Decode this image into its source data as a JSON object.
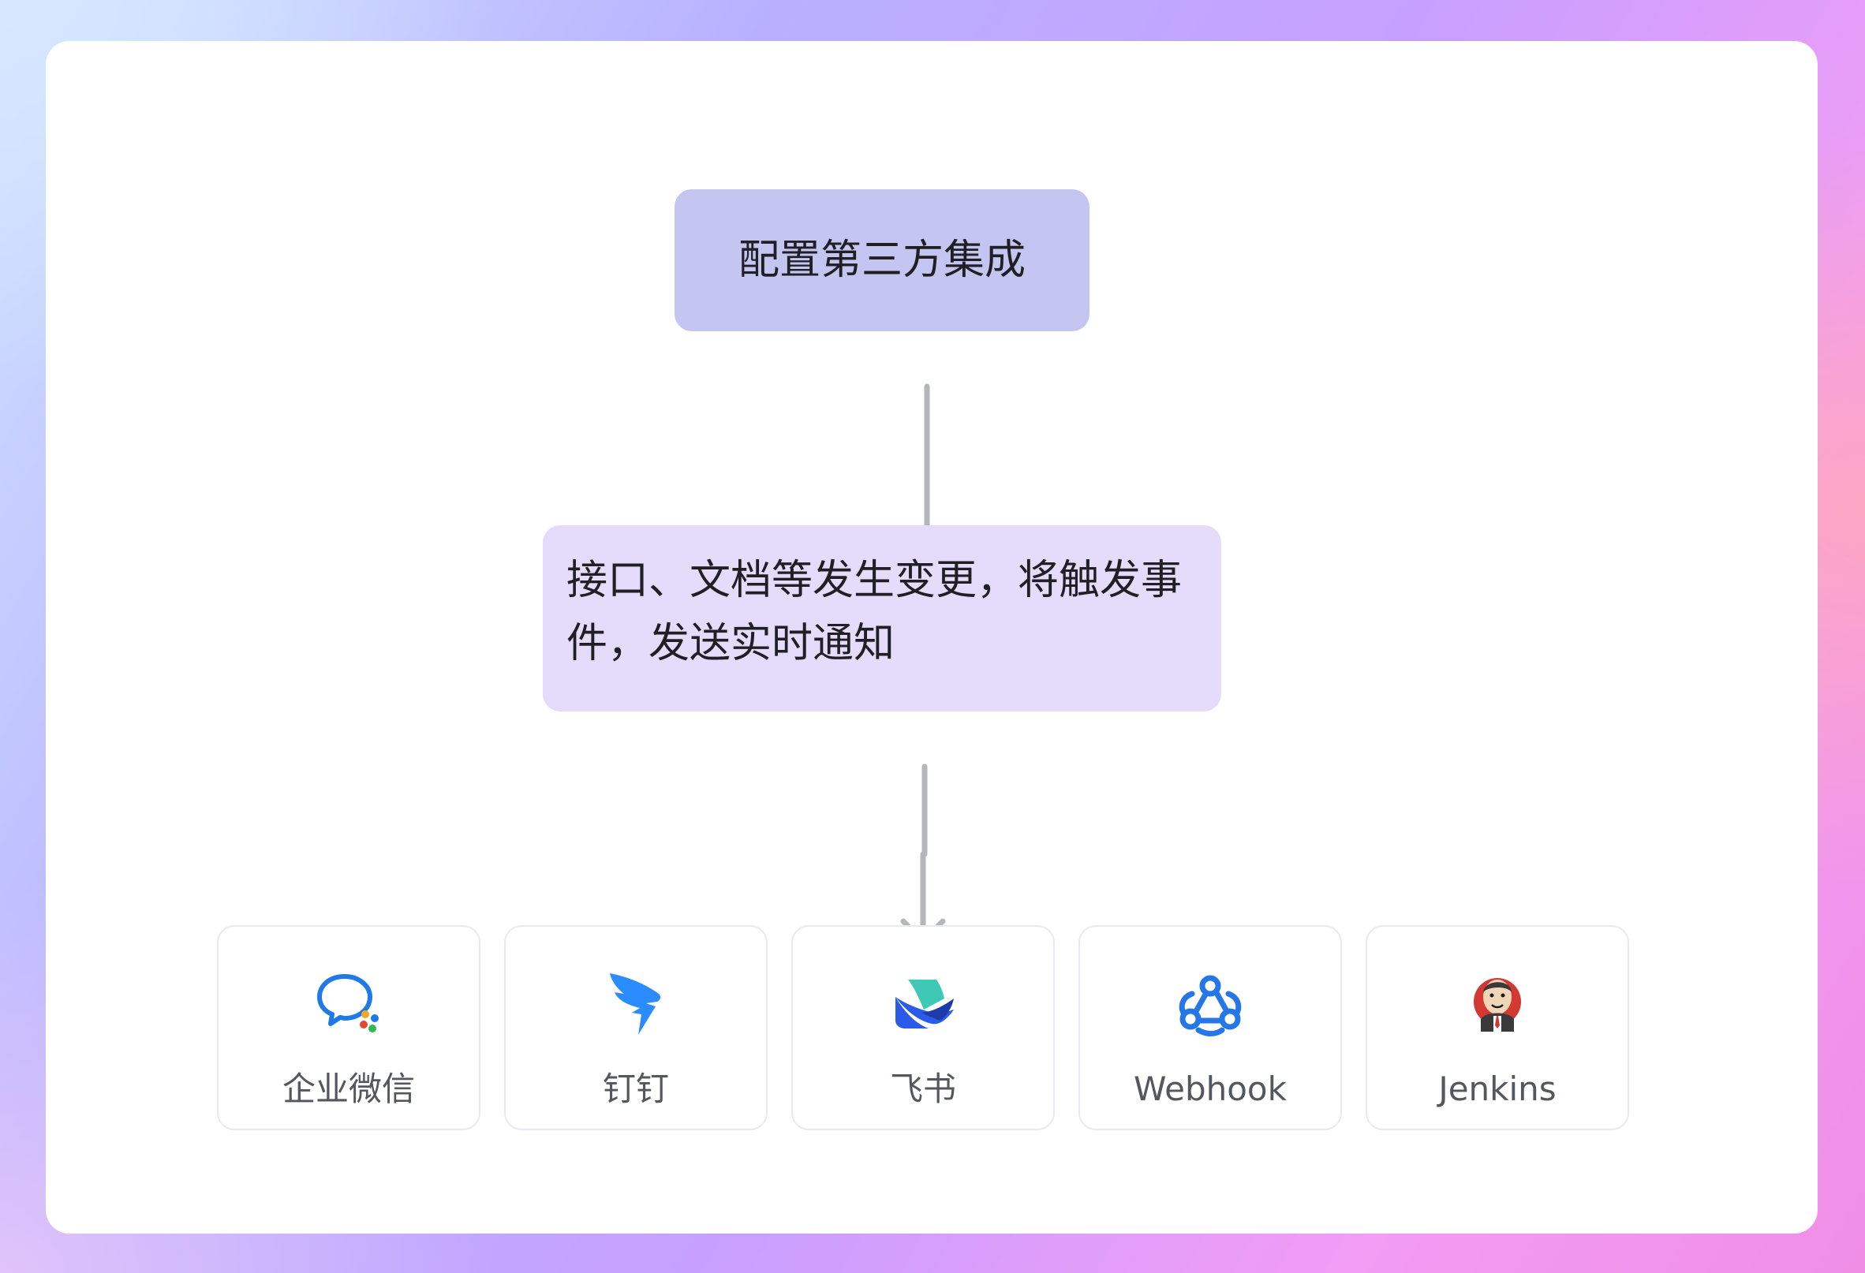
{
  "flow": {
    "step1": "配置第三方集成",
    "step2": "接口、文档等发生变更，将触发事件，发送实时通知"
  },
  "integrations": [
    {
      "label": "企业微信",
      "icon": "wecom-icon"
    },
    {
      "label": "钉钉",
      "icon": "dingtalk-icon"
    },
    {
      "label": "飞书",
      "icon": "feishu-icon"
    },
    {
      "label": "Webhook",
      "icon": "webhook-icon"
    },
    {
      "label": "Jenkins",
      "icon": "jenkins-icon"
    }
  ],
  "colors": {
    "step1_bg": "#c4c6f1",
    "step2_bg": "#e4dcfa",
    "arrow": "#b4b6bb",
    "wecom_blue": "#1f7ae6",
    "dingtalk_blue": "#2b8cff",
    "feishu_teal": "#3ec9b6",
    "feishu_blue": "#2a5ae8",
    "webhook_blue": "#2577e8"
  }
}
